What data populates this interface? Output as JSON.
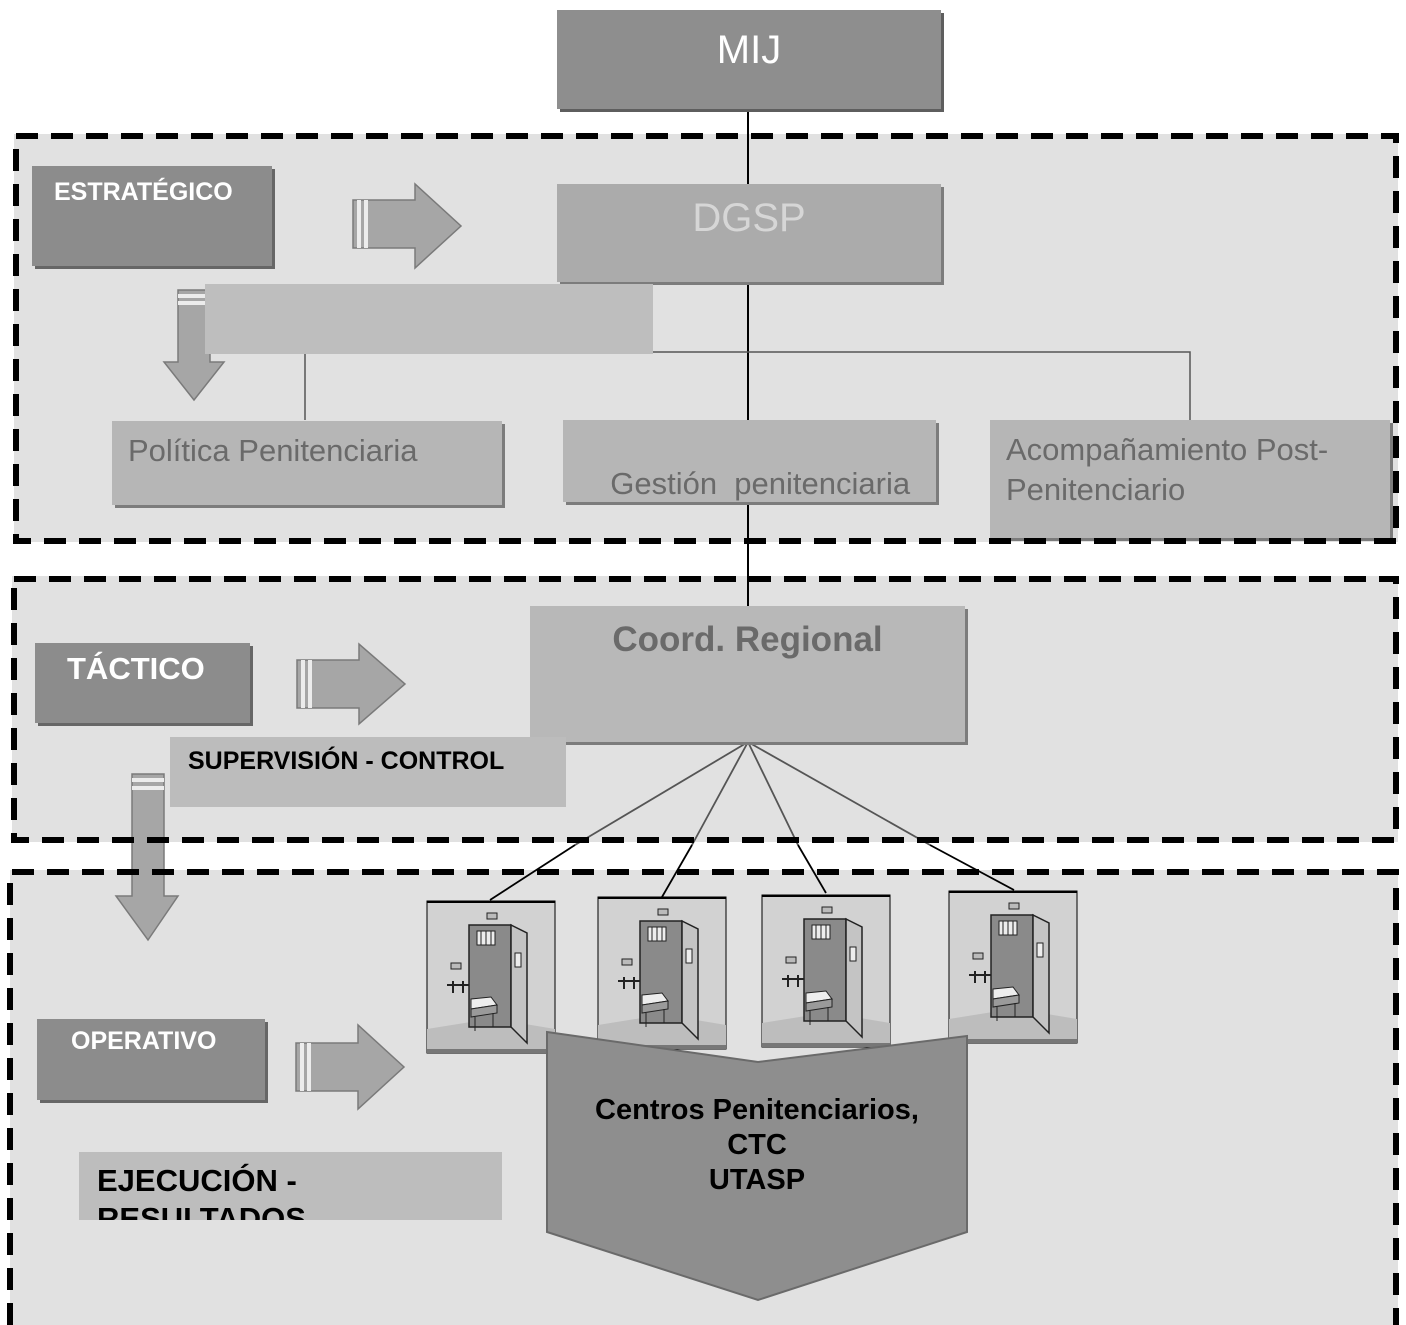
{
  "diagram": {
    "top_node": "MIJ",
    "dgsp": "DGSP",
    "strategic": {
      "level_label": "ESTRATÉGICO",
      "function_label": "",
      "units": [
        "Política Penitenciaria",
        "Gestión  penitenciaria",
        "Acompañamiento  Post-Penitenciario"
      ]
    },
    "tactical": {
      "level_label": "TÁCTICO",
      "node": "Coord. Regional",
      "function_label": "SUPERVISIÓN - CONTROL"
    },
    "operative": {
      "level_label": "OPERATIVO",
      "function_label": "EJECUCIÓN - RESULTADOS",
      "centers": [
        "Centros Penitenciarios,",
        "CTC",
        "UTASP"
      ]
    }
  },
  "colors": {
    "zone_fill": "#e1e1e1",
    "level_box": "#8c8c8c",
    "unit_box": "#b6b6b6",
    "top_box": "#8e8e8e",
    "dashes": "#000000"
  }
}
